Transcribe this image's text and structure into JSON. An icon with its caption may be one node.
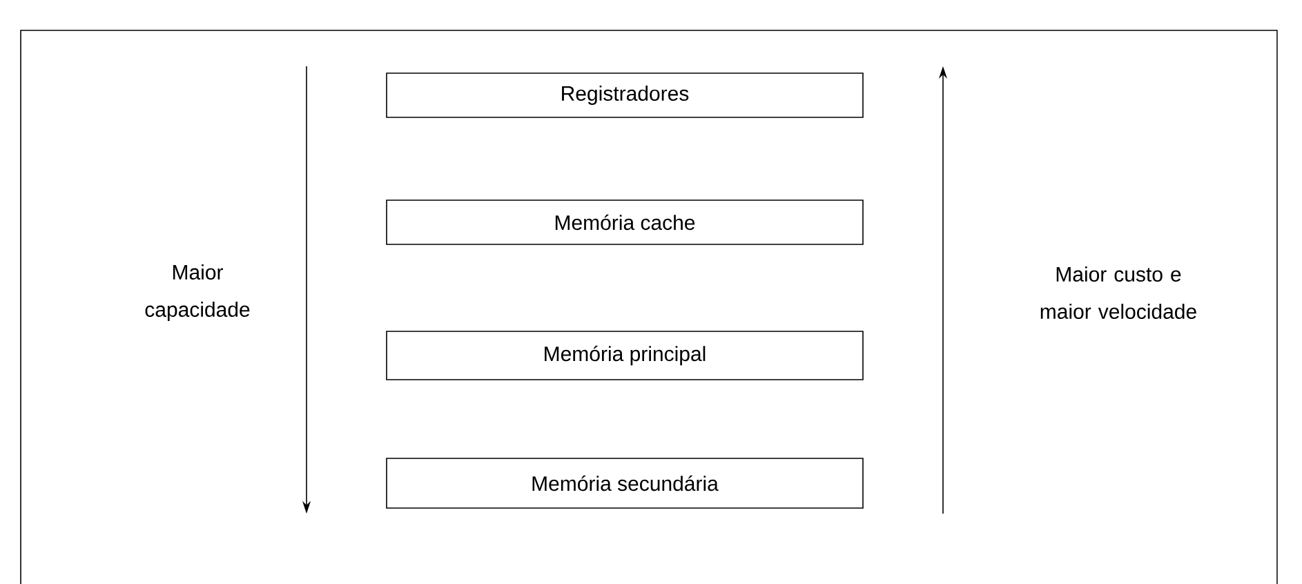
{
  "diagram": {
    "nodes": [
      {
        "text": [
          "Registradores"
        ]
      },
      {
        "text": [
          "Memória cache"
        ]
      },
      {
        "text": [
          "Memória principal"
        ]
      },
      {
        "text": [
          "Memória secundária"
        ]
      }
    ],
    "labels": [
      "Maior capacidade",
      "Maior custo e maior velocidade"
    ]
  }
}
